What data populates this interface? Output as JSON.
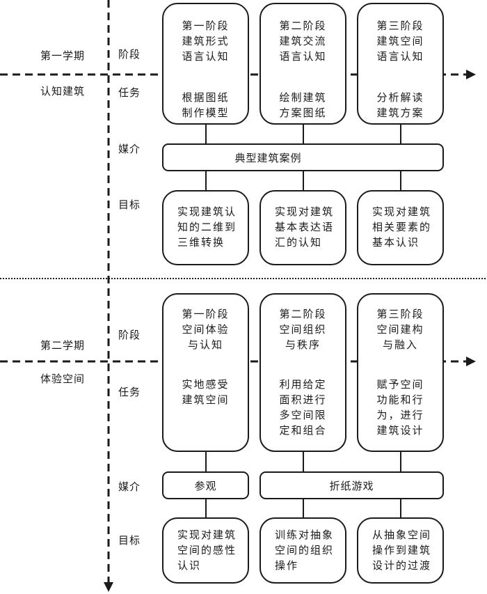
{
  "semesters": [
    {
      "name": "第一学期",
      "theme": "认知建筑",
      "row_labels": {
        "stage": "阶段",
        "task": "任务",
        "media": "媒介",
        "goal": "目标"
      },
      "stages": [
        {
          "title": "第一阶段",
          "subtitle_lines": [
            "建筑形式",
            "语言认知"
          ],
          "task_lines": [
            "根据图纸",
            "制作模型"
          ]
        },
        {
          "title": "第二阶段",
          "subtitle_lines": [
            "建筑交流",
            "语言认知"
          ],
          "task_lines": [
            "绘制建筑",
            "方案图纸"
          ]
        },
        {
          "title": "第三阶段",
          "subtitle_lines": [
            "建筑空间",
            "语言认知"
          ],
          "task_lines": [
            "分析解读",
            "建筑方案"
          ]
        }
      ],
      "media": [
        {
          "label": "典型建筑案例",
          "spans": "all"
        }
      ],
      "goals": [
        {
          "lines": [
            "实现建筑认",
            "知的二维到",
            "三维转换"
          ]
        },
        {
          "lines": [
            "实现对建筑",
            "基本表达语",
            "汇的认知"
          ]
        },
        {
          "lines": [
            "实现对建筑",
            "相关要素的",
            "基本认识"
          ]
        }
      ]
    },
    {
      "name": "第二学期",
      "theme": "体验空间",
      "row_labels": {
        "stage": "阶段",
        "task": "任务",
        "media": "媒介",
        "goal": "目标"
      },
      "stages": [
        {
          "title": "第一阶段",
          "subtitle_lines": [
            "空间体验",
            "与认知"
          ],
          "task_lines": [
            "实地感受",
            "建筑空间"
          ]
        },
        {
          "title": "第二阶段",
          "subtitle_lines": [
            "空间组织",
            "与秩序"
          ],
          "task_lines": [
            "利用给定",
            "面积进行",
            "多空间限",
            "定和组合"
          ]
        },
        {
          "title": "第三阶段",
          "subtitle_lines": [
            "空间建构",
            "与融入"
          ],
          "task_lines": [
            "赋予空间",
            "功能和行",
            "为，进行",
            "建筑设计"
          ]
        }
      ],
      "media": [
        {
          "label": "参观",
          "spans": "first"
        },
        {
          "label": "折纸游戏",
          "spans": "second-third"
        }
      ],
      "goals": [
        {
          "lines": [
            "实现对建筑",
            "空间的感性",
            "认识"
          ]
        },
        {
          "lines": [
            "训练对抽象",
            "空间的组织",
            "操作"
          ]
        },
        {
          "lines": [
            "从抽象空间",
            "操作到建筑",
            "设计的过渡"
          ]
        }
      ]
    }
  ]
}
